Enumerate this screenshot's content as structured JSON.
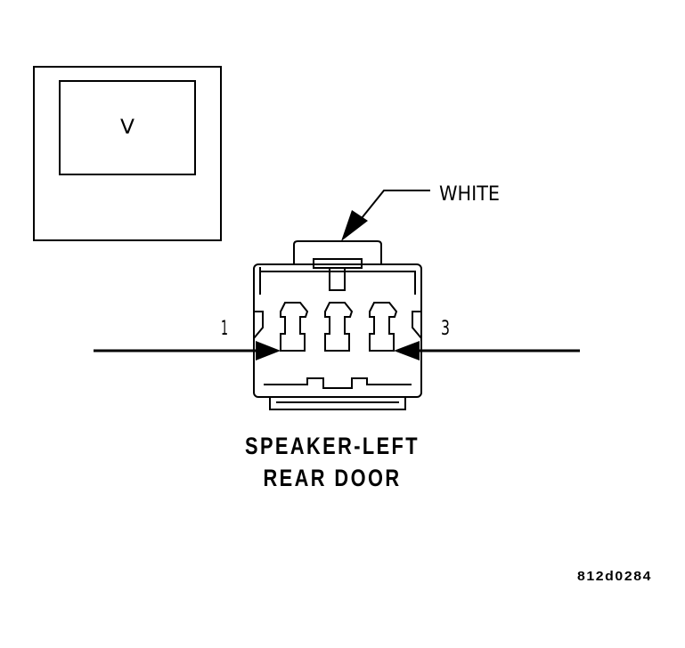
{
  "meter": {
    "display": "V"
  },
  "connector": {
    "color_label": "WHITE",
    "pin_left": "1",
    "pin_right": "3",
    "name_line1": "SPEAKER-LEFT",
    "name_line2": "REAR DOOR"
  },
  "figure_code": "812d0284",
  "colors": {
    "ink": "#000000",
    "background": "#ffffff"
  }
}
